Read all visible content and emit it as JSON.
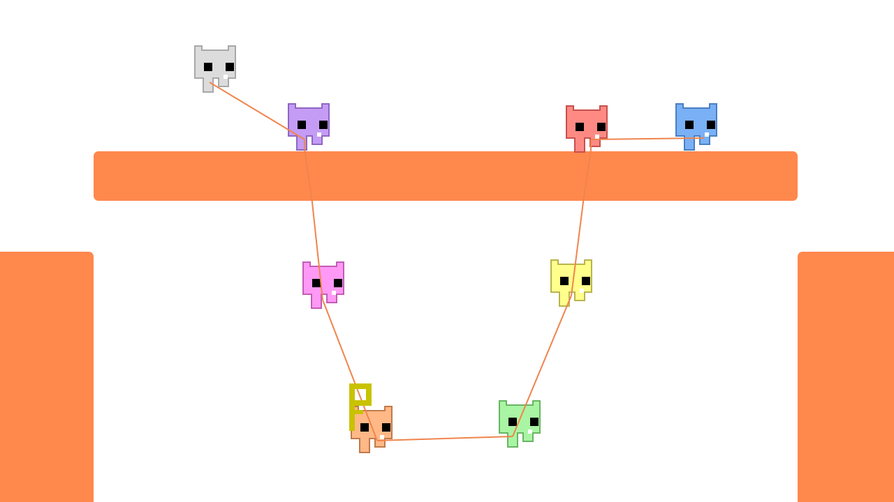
{
  "game": {
    "colors": {
      "background": "#ffffff",
      "terrain": "#ff884d",
      "rope": "#f0844c",
      "eye": "#000000",
      "key": "#c9c200"
    },
    "players": [
      {
        "id": "p-gray",
        "fill": "#dcdcdc",
        "outline": "#a8a8a8",
        "facing": "right"
      },
      {
        "id": "p-purple",
        "fill": "#c49cf5",
        "outline": "#8f66c2",
        "facing": "right"
      },
      {
        "id": "p-red",
        "fill": "#ff8a84",
        "outline": "#c8504c",
        "facing": "right"
      },
      {
        "id": "p-blue",
        "fill": "#7ab0f5",
        "outline": "#4a7fc2",
        "facing": "right"
      },
      {
        "id": "p-pink",
        "fill": "#ff99f5",
        "outline": "#c25cb5",
        "facing": "right"
      },
      {
        "id": "p-yellow",
        "fill": "#ffff8c",
        "outline": "#b8b44f",
        "facing": "right"
      },
      {
        "id": "p-orange",
        "fill": "#ffb886",
        "outline": "#c07a4c",
        "facing": "right",
        "holding": "key"
      },
      {
        "id": "p-green",
        "fill": "#a9f5a4",
        "outline": "#68b563",
        "facing": "right"
      }
    ],
    "rope_links": [
      [
        "p-gray",
        "p-purple"
      ],
      [
        "p-purple",
        "p-pink"
      ],
      [
        "p-pink",
        "p-orange"
      ],
      [
        "p-orange",
        "p-green"
      ],
      [
        "p-green",
        "p-yellow"
      ],
      [
        "p-yellow",
        "p-red"
      ],
      [
        "p-red",
        "p-blue"
      ]
    ],
    "key_holder": "p-orange"
  }
}
